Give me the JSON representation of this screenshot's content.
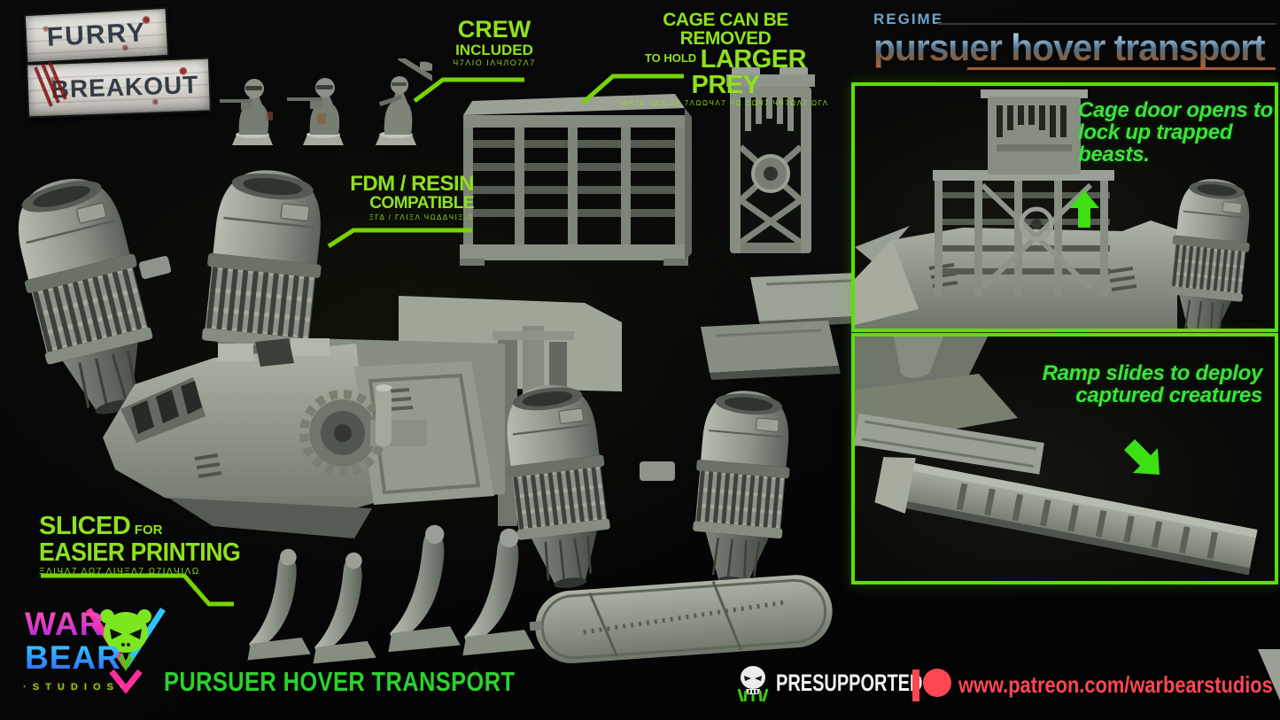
{
  "colors": {
    "background": "#060606",
    "callout_green": "#8ee11c",
    "feature_green": "#3ce23c",
    "box_border_green": "#5ce000",
    "product_green": "#2bd32b",
    "patreon_red": "#ff4752",
    "title_steel_blue": "#8fb4cd",
    "title_rust": "#b06436",
    "model_gray_green": "#8b9287",
    "plank_white": "#d6d4cd"
  },
  "logo": {
    "line1": "FURRY",
    "line2": "BREAKOUT"
  },
  "header": {
    "kicker": "REGIME",
    "title": "pursuer hover transport"
  },
  "callouts": {
    "crew": {
      "title": "CREW",
      "subtitle": "INCLUDED",
      "glyphs": "Ч7ΛΙО ΙΛЧЛО7Λ7"
    },
    "cage": {
      "line1": "CAGE CAN BE REMOVED",
      "prefix": "TO HOLD",
      "emphasis": "LARGER PREY",
      "glyphs": "ΔЧ7Λ ЧΔΛ ΞΛ 7ΛΩΩЧΛ7 ЧΩ ΞΩЧ7 ЧЧ7ΩΛ7 ΩΓΛ"
    },
    "fdm": {
      "line1": "FDM / RESIN",
      "line2": "COMPATIBLE",
      "glyphs": "ΞΓΔ / ΓΛΙΞΛ ЧΩΔΔЧΙΞ-Λ"
    },
    "sliced": {
      "word_big": "SLICED",
      "word_small": "FOR",
      "line2": "EASIER PRINTING",
      "glyphs": "ΞΛΙЧΛ7 ΔΩ7 ΛΙЧΞΛ7 Ω7ΙΛЧΙΛΩ"
    }
  },
  "feature_boxes": {
    "cage_door": {
      "line1": "Cage door opens to",
      "line2": "lock up trapped beasts."
    },
    "ramp": {
      "line1": "Ramp slides to deploy",
      "line2": "captured creatures"
    }
  },
  "studio": {
    "word1": "WAR",
    "word2": "BEAR",
    "word3": "· S T U D I O S ·"
  },
  "footer": {
    "product_name": "PURSUER HOVER TRANSPORT",
    "presupported": "PRESUPPORTED",
    "patreon_url": "www.patreon.com/warbearstudios"
  },
  "icons": {
    "up_arrow": "⬆",
    "diagonal_arrow": "⬊",
    "patreon_mark": "|●",
    "presupported_skull": "skull-with-print-supports",
    "warbear_skull": "green-bear-skull-in-triangle"
  }
}
